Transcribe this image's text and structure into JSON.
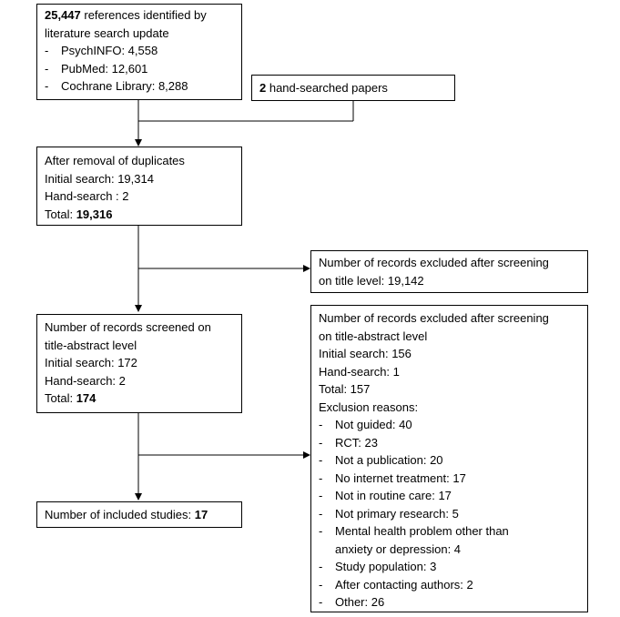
{
  "box_identified": {
    "count": "25,447",
    "text": " references identified by",
    "text2": "literature search update",
    "sources": [
      "PsychINFO: 4,558",
      "PubMed: 12,601",
      "Cochrane Library: 8,288"
    ]
  },
  "box_hand": {
    "count": "2",
    "text": " hand-searched papers"
  },
  "box_duplicates": {
    "title": "After removal of duplicates",
    "initial": "Initial search: 19,314",
    "hand": "Hand-search : 2",
    "total_label": "Total: ",
    "total_value": "19,316"
  },
  "box_excluded_title": {
    "line1": "Number of records excluded after screening",
    "line2": "on title level: 19,142"
  },
  "box_screened": {
    "line1": "Number of records screened on",
    "line2": "title-abstract level",
    "initial": "Initial search: 172",
    "hand": "Hand-search: 2",
    "total_label": "Total: ",
    "total_value": "174"
  },
  "box_excluded_abstract": {
    "line1": "Number of records excluded after screening",
    "line2": "on title-abstract level",
    "initial": "Initial search: 156",
    "hand": "Hand-search: 1",
    "total": "Total: 157",
    "reasons_title": "Exclusion reasons:",
    "reasons": [
      "Not guided: 40",
      "RCT: 23",
      "Not a publication: 20",
      "No internet treatment: 17",
      "Not in routine care: 17",
      "Not primary research: 5",
      "Mental health problem other than",
      "Study population: 3",
      "After contacting authors: 2",
      "Other: 26"
    ],
    "reason_continuation": "anxiety or depression: 4"
  },
  "box_included": {
    "text": "Number of included studies: ",
    "count": "17"
  }
}
